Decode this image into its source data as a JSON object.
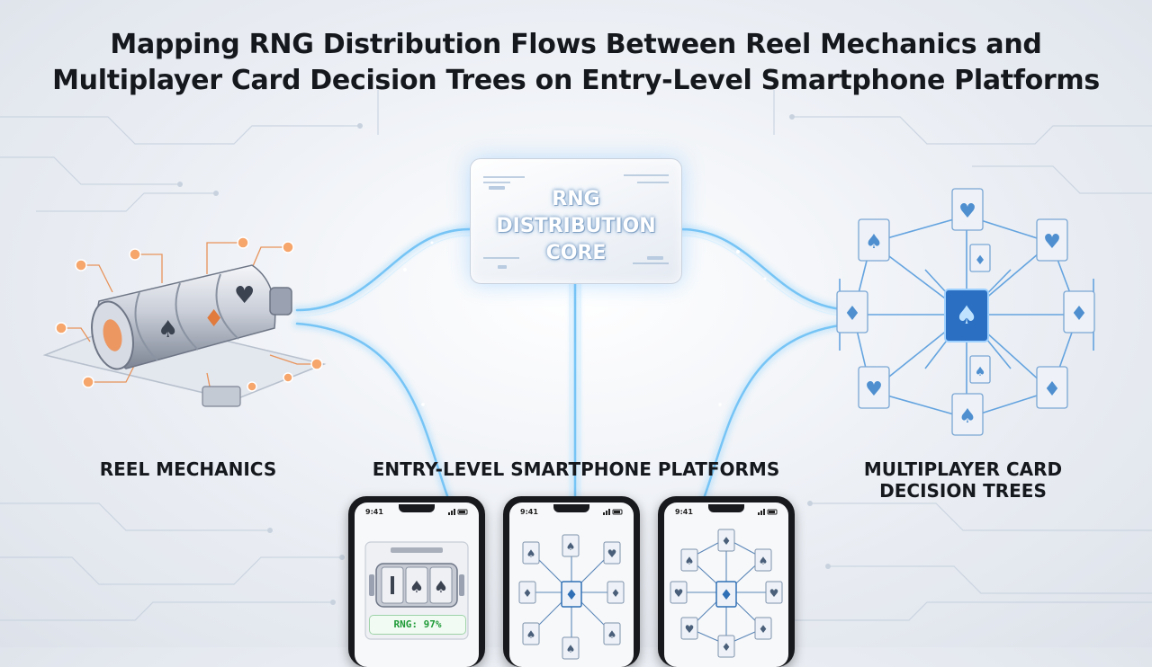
{
  "title": {
    "line1": "Mapping RNG Distribution Flows Between Reel Mechanics and",
    "line2": "Multiplayer Card Decision Trees on Entry-Level Smartphone Platforms"
  },
  "core": {
    "line1": "RNG",
    "line2": "DISTRIBUTION",
    "line3": "CORE"
  },
  "labels": {
    "reel": "REEL MECHANICS",
    "phones": "ENTRY-LEVEL SMARTPHONE PLATFORMS",
    "trees_line1": "MULTIPLAYER CARD",
    "trees_line2": "DECISION TREES"
  },
  "phones": [
    {
      "time": "9:41",
      "readout": "RNG: 97%"
    },
    {
      "time": "9:41"
    },
    {
      "time": "9:41"
    }
  ],
  "colors": {
    "flow": "#7cc6f4",
    "reel_accent": "#f08a4b",
    "card_accent": "#3f8fd8",
    "rng_green": "#1e9a37"
  },
  "icons": [
    "slot-reel-icon",
    "spade-icon",
    "heart-icon",
    "diamond-icon"
  ]
}
